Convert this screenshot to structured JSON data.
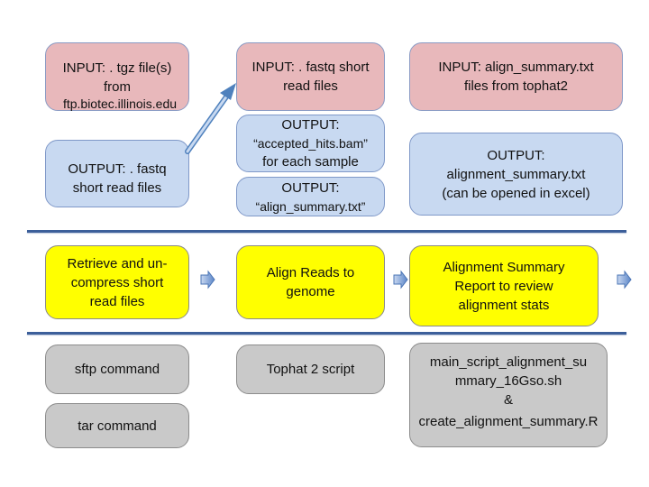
{
  "inputs": {
    "tgz": {
      "line1": "INPUT: . tgz file(s)",
      "line2": "from",
      "line3": "ftp.biotec.illinois.edu"
    },
    "fastq": {
      "line1": "INPUT: . fastq short",
      "line2": "read files"
    },
    "align_summary": {
      "line1": "INPUT: align_summary.txt",
      "line2": "files from tophat2"
    }
  },
  "outputs": {
    "fastq": {
      "line1": "OUTPUT: . fastq",
      "line2": "short read files"
    },
    "accepted_hits": {
      "line1": "OUTPUT:",
      "line2": "“accepted_hits.bam”",
      "line3": "for each sample"
    },
    "align_summary_txt": {
      "line1": "OUTPUT:",
      "line2": "“align_summary.txt”"
    },
    "alignment_summary": {
      "line1": "OUTPUT:",
      "line2": "alignment_summary.txt",
      "line3": "(can be opened in excel)"
    }
  },
  "steps": {
    "retrieve": {
      "line1": "Retrieve and un-",
      "line2": "compress short",
      "line3": "read files"
    },
    "align": {
      "line1": "Align Reads to",
      "line2": "genome"
    },
    "summary": {
      "line1": "Alignment Summary",
      "line2": "Report to review",
      "line3": "alignment stats"
    }
  },
  "commands": {
    "sftp": "sftp command",
    "tar": "tar command",
    "tophat": "Tophat 2 script",
    "script": {
      "line1": "main_script_alignment_su",
      "line2": "mmary_16Gso.sh",
      "line3": "&",
      "line4": "create_alignment_summary.R"
    }
  },
  "colors": {
    "input": "#e8b8bb",
    "output": "#c8d9f1",
    "step": "#ffff00",
    "command": "#c9c9c9",
    "connector": "#4f81bd"
  }
}
